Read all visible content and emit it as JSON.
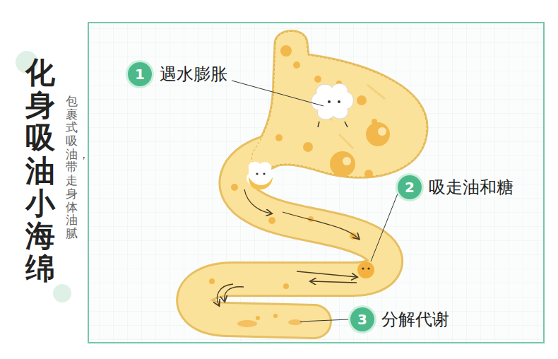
{
  "diagram": {
    "title": "化身吸油小海绵",
    "labels": [
      "包裹式吸油，带走身体油腻",
      "1",
      "遇水膨胀",
      "2",
      "吸走油和糖",
      "3",
      "分解代谢"
    ]
  }
}
